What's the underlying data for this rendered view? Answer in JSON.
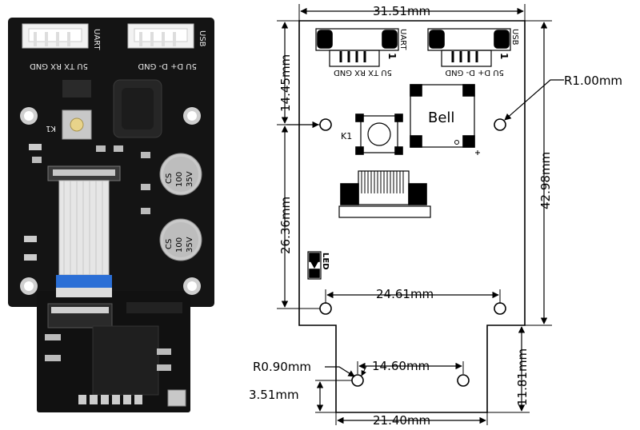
{
  "photo": {
    "uart_label": "UART",
    "usb_label": "USB",
    "uart_pins": "5U TX RX GND",
    "usb_pins": "5U D+ D- GND",
    "button_label": "K1",
    "cap1_lines": [
      "CS",
      "100",
      "35V"
    ],
    "cap2_lines": [
      "CS",
      "100",
      "35V"
    ]
  },
  "drawing": {
    "uart_label": "UART",
    "usb_label": "USB",
    "pin1_label": "1",
    "uart_pins": "5U TX RX GND",
    "usb_pins": "5U D+ D- GND",
    "bell_label": "Bell",
    "button_label": "K1",
    "led_label": "LED",
    "dimensions": {
      "top_width": "31.51mm",
      "hole_radius_top": "R1.00mm",
      "top_hole_offset": "14.45mm",
      "overall_height": "42.98mm",
      "left_height": "26.36mm",
      "hole_spacing_top": "24.61mm",
      "hole_radius_bottom": "R0.90mm",
      "hole_spacing_bottom": "14.60mm",
      "tab_height": "11.81mm",
      "bottom_hole_offset": "3.51mm",
      "tab_width": "21.40mm"
    }
  }
}
